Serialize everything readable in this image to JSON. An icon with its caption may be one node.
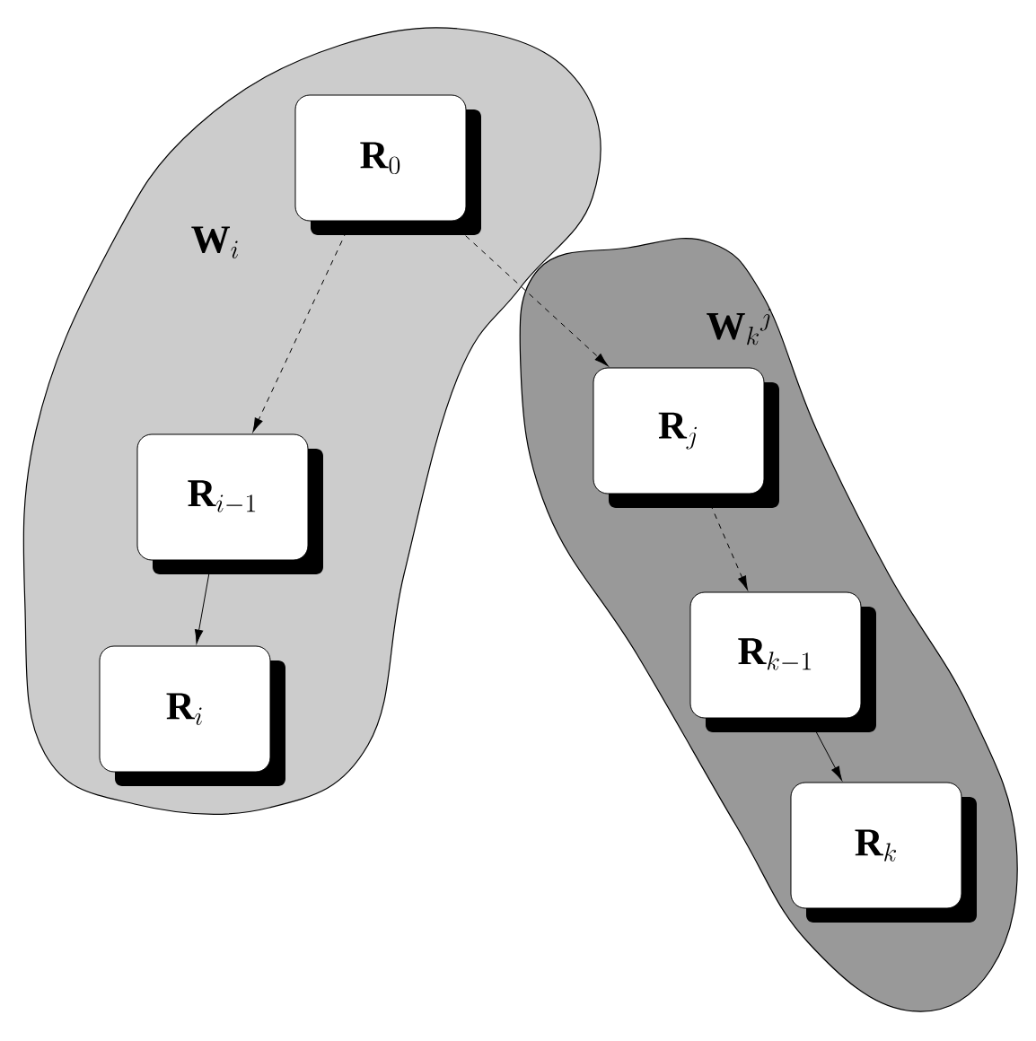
{
  "diagram": {
    "nodes": [
      {
        "text": [
          "\\mathbf{W}_i"
        ]
      },
      {
        "text": [
          "\\mathbf{R}_0"
        ],
        "in": 0
      },
      {
        "text": [
          "\\mathbf{R}_{i-1}"
        ],
        "in": 0
      },
      {
        "text": [
          "\\mathbf{R}_i"
        ],
        "in": 0
      },
      {
        "text": [
          "\\mathbf{W}_k{}^j"
        ]
      },
      {
        "text": [
          "\\mathbf{R}_j"
        ],
        "in": 4
      },
      {
        "text": [
          "\\mathbf{R}_{k-1}"
        ],
        "in": 4
      },
      {
        "text": [
          "\\mathbf{R}_k"
        ],
        "in": 4
      }
    ],
    "edges": [
      {
        "from": 1,
        "to": 2,
        "arrow": "to",
        "style": "dashed"
      },
      {
        "from": 2,
        "to": 3,
        "arrow": "to"
      },
      {
        "from": 1,
        "to": 5,
        "arrow": "to",
        "style": "dashed"
      },
      {
        "from": 5,
        "to": 6,
        "arrow": "to",
        "style": "dashed"
      },
      {
        "from": 6,
        "to": 7,
        "arrow": "to"
      }
    ]
  }
}
